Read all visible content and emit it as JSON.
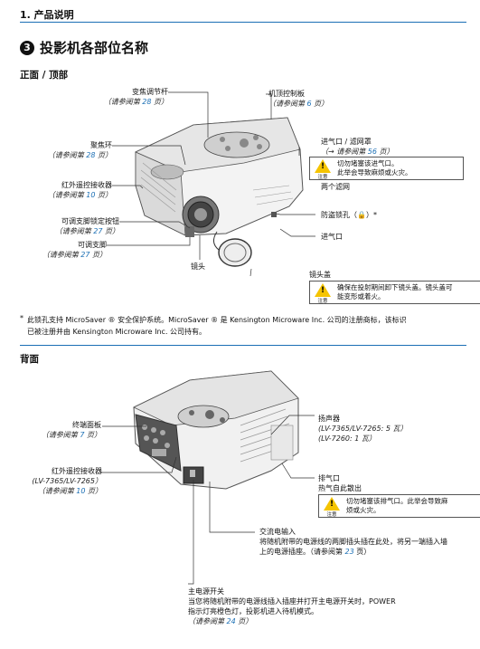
{
  "header": {
    "chapter": "1. 产品说明"
  },
  "section": {
    "number": "3",
    "title": "投影机各部位名称"
  },
  "front": {
    "heading": "正面 / 顶部",
    "labels": {
      "zoom": {
        "name": "变焦调节杆",
        "ref_pre": "（请参阅第 ",
        "page": "28",
        "ref_post": " 页）"
      },
      "top_panel": {
        "name": "机顶控制板",
        "ref_pre": "（请参阅第 ",
        "page": "6",
        "ref_post": " 页）"
      },
      "focus": {
        "name": "聚焦环",
        "ref_pre": "（请参阅第 ",
        "page": "28",
        "ref_post": " 页）"
      },
      "intake_filter": {
        "name": "进气口 / 滤网罩",
        "ref_pre": "（→ 请参阅第 ",
        "page": "56",
        "ref_post": " 页）"
      },
      "ir_receiver": {
        "name": "红外遥控接收器",
        "ref_pre": "（请参阅第 ",
        "page": "10",
        "ref_post": " 页）"
      },
      "two_filters": {
        "name": "两个滤网"
      },
      "tilt_button": {
        "name": "可调支脚锁定按钮",
        "ref_pre": "（请参阅第 ",
        "page": "27",
        "ref_post": " 页）"
      },
      "security_slot": {
        "name": "防盗锁孔（",
        "icon": "🔒",
        "suffix": "）*"
      },
      "tilt_foot": {
        "name": "可调支脚",
        "ref_pre": "（请参阅第 ",
        "page": "27",
        "ref_post": " 页）"
      },
      "intake": {
        "name": "进气口"
      },
      "lens": {
        "name": "镜头"
      },
      "lens_cap": {
        "name": "镜头盖"
      }
    },
    "warn_intake": {
      "icon_label": "注意",
      "text1": "切勿堵塞该进气口。",
      "text2": "此举会导致麻烦或火灾。"
    },
    "warn_lens": {
      "icon_label": "注意",
      "text1": "确保在投射期间卸下镜头盖。镜头盖可",
      "text2": "能变形或着火。"
    }
  },
  "footnote": {
    "star": "*",
    "line1": "此锁孔支持 MicroSaver ® 安全保护系统。MicroSaver ® 是 Kensington Microware Inc. 公司的注册商标，该标识",
    "line2": "已被注册并由 Kensington Microware Inc. 公司持有。"
  },
  "rear": {
    "heading": "背面",
    "labels": {
      "terminal": {
        "name": "终端面板",
        "ref_pre": "（请参阅第 ",
        "page": "7",
        "ref_post": " 页）"
      },
      "speaker": {
        "name": "扬声器",
        "line2": "(LV-7365/LV-7265: 5 瓦）",
        "line3": "(LV-7260: 1 瓦）"
      },
      "ir_receiver": {
        "name": "红外遥控接收器",
        "line2": "(LV-7365/LV-7265）",
        "ref_pre": "（请参阅第 ",
        "page": "10",
        "ref_post": " 页）"
      },
      "exhaust": {
        "name": "排气口",
        "line2": "热气自此散出"
      },
      "ac_in": {
        "name": "交流电输入",
        "line2": "将随机附带的电源线的两脚插头插在此处，将另一端插入墙",
        "line3": "上的电源插座。（请参阅第 ",
        "page": "23",
        "ref_post": " 页）"
      },
      "main_power": {
        "name": "主电源开关",
        "line2": "当您将随机附带的电源线插入插座并打开主电源开关时，POWER",
        "line3": "指示灯亮橙色灯，投影机进入待机模式。",
        "ref_pre": "（请参阅第 ",
        "page": "24",
        "ref_post": " 页）"
      }
    },
    "warn_exhaust": {
      "icon_label": "注意",
      "text1": "切勿堵塞该排气口。此举会导致麻",
      "text2": "烦或火灾。"
    }
  },
  "colors": {
    "accent": "#1b6fb5",
    "warning": "#f5c400"
  }
}
